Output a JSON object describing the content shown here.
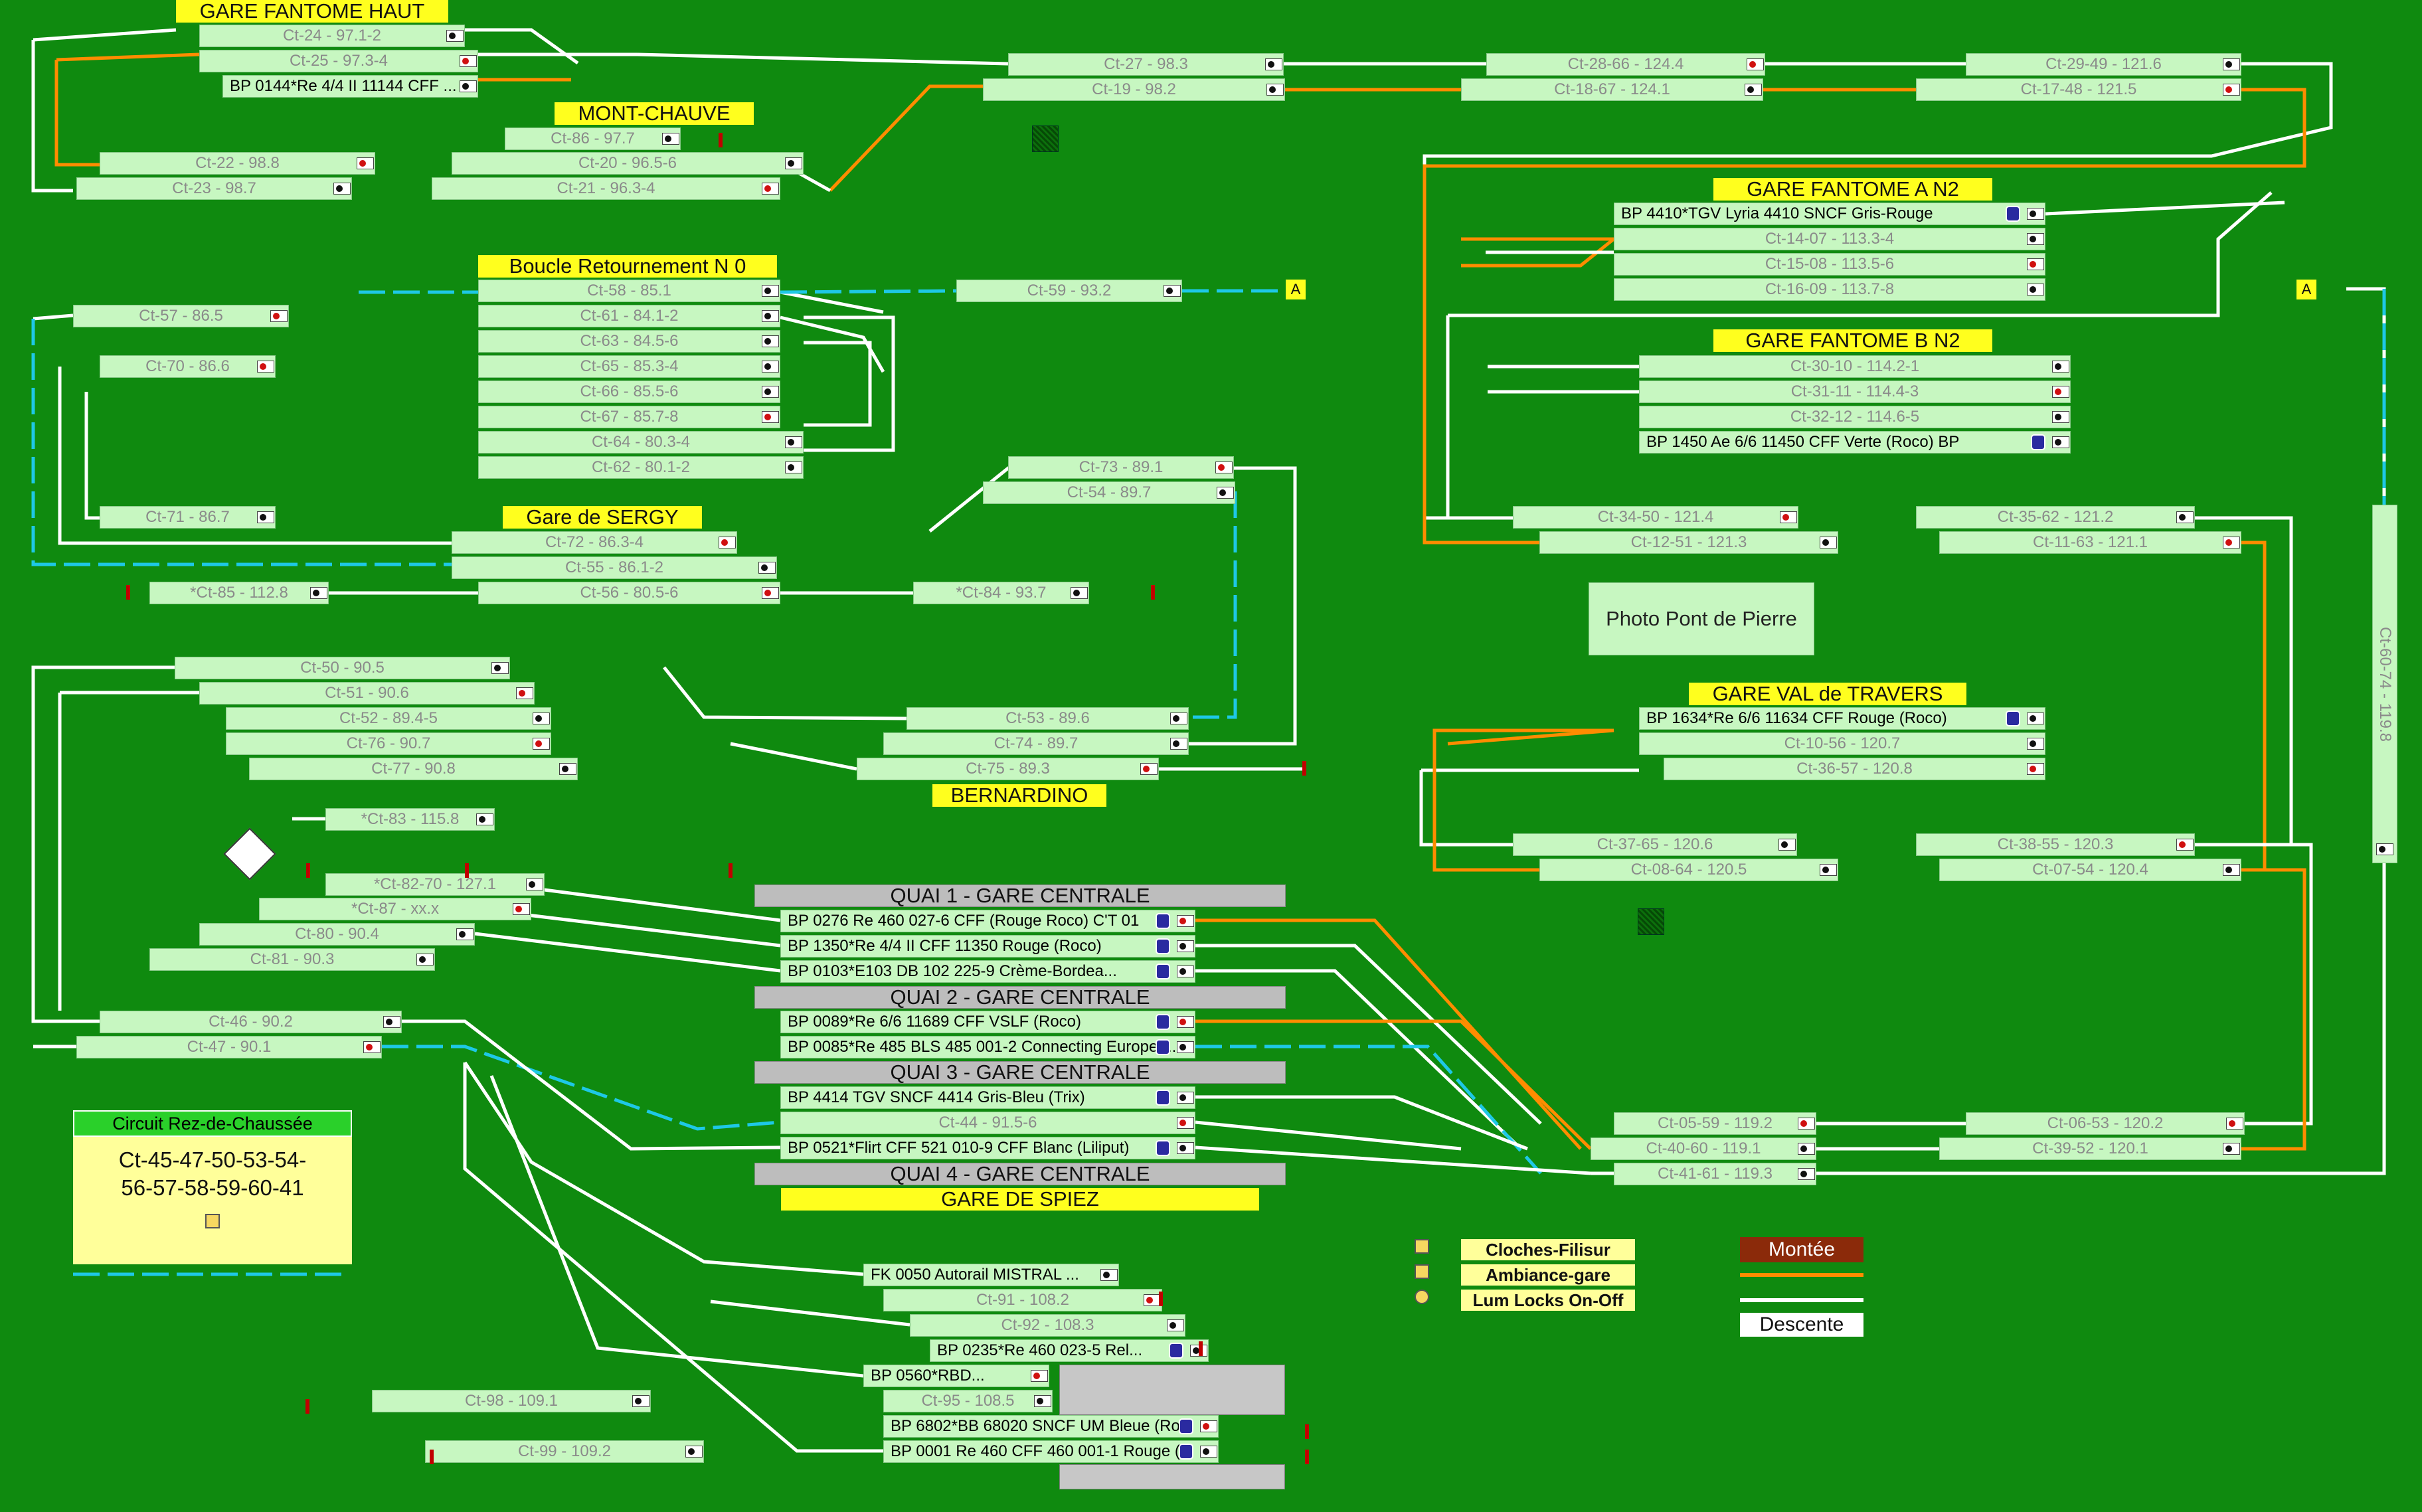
{
  "colors": {
    "background": "#0f8a0f",
    "track_up": "#ff8c00",
    "track_down": "#ffffff",
    "occupied": "#ffff00",
    "route": "#1ec8e6"
  },
  "labels": {
    "gare_fantome_haut": "GARE FANTOME HAUT",
    "mont_chauve": "MONT-CHAUVE",
    "boucle": "Boucle Retournement N 0",
    "sergy": "Gare de SERGY",
    "bernardino": "BERNARDINO",
    "gare_a_n2": "GARE FANTOME A N2",
    "gare_b_n2": "GARE FANTOME B N2",
    "val_travers": "GARE VAL de TRAVERS",
    "spiez": "GARE DE SPIEZ",
    "marker_a1": "A",
    "marker_a2": "A",
    "photo": "Photo Pont de Pierre"
  },
  "quais": [
    "QUAI 1 - GARE CENTRALE",
    "QUAI 2 - GARE CENTRALE",
    "QUAI 3 - GARE CENTRALE",
    "QUAI 4 - GARE CENTRALE"
  ],
  "blocks": [
    "Ct-24 - 97.1-2",
    "Ct-25 - 97.3-4",
    "BP 0144*Re 4/4 II 11144 CFF ...",
    "Ct-86 - 97.7",
    "Ct-22 - 98.8",
    "Ct-20 - 96.5-6",
    "Ct-23 - 98.7",
    "Ct-21 - 96.3-4",
    "Ct-27 - 98.3",
    "Ct-19 - 98.2",
    "Ct-28-66 - 124.4",
    "Ct-18-67 - 124.1",
    "Ct-29-49 - 121.6",
    "Ct-17-48 - 121.5",
    "Ct-58 - 85.1",
    "Ct-59 - 93.2",
    "Ct-57 - 86.5",
    "Ct-61 - 84.1-2",
    "Ct-63 - 84.5-6",
    "Ct-70 - 86.6",
    "Ct-65 - 85.3-4",
    "Ct-66 - 85.5-6",
    "Ct-67 - 85.7-8",
    "Ct-64 - 80.3-4",
    "Ct-62 - 80.1-2",
    "Ct-73 - 89.1",
    "Ct-54 - 89.7",
    "Ct-71 - 86.7",
    "Ct-72 - 86.3-4",
    "Ct-55 - 86.1-2",
    "*Ct-85 - 112.8",
    "Ct-56 - 80.5-6",
    "*Ct-84 - 93.7",
    "Ct-50 - 90.5",
    "Ct-51 - 90.6",
    "Ct-52 - 89.4-5",
    "Ct-53 - 89.6",
    "Ct-76 - 90.7",
    "Ct-74 - 89.7",
    "Ct-77 - 90.8",
    "Ct-75 - 89.3",
    "*Ct-83 - 115.8",
    "*Ct-82-70 - 127.1",
    "*Ct-87 - xx.x",
    "Ct-80 - 90.4",
    "Ct-81 - 90.3",
    "BP 0276 Re 460 027-6 CFF (Rouge Roco) C'T 01",
    "BP 1350*Re 4/4 II CFF 11350 Rouge (Roco)",
    "BP 0103*E103 DB 102 225-9 Crème-Bordea...",
    "BP 0089*Re 6/6 11689  CFF VSLF (Roco)",
    "BP 0085*Re 485 BLS 485 001-2 Connecting Europe (...",
    "BP 4414 TGV SNCF 4414 Gris-Bleu (Trix)",
    "Ct-44 - 91.5-6",
    "BP 0521*Flirt CFF 521 010-9 CFF Blanc (Liliput)",
    "Ct-46 - 90.2",
    "Ct-47 - 90.1",
    "BP 4410*TGV Lyria 4410 SNCF Gris-Rouge",
    "Ct-14-07 - 113.3-4",
    "Ct-15-08 - 113.5-6",
    "Ct-16-09 - 113.7-8",
    "Ct-30-10 - 114.2-1",
    "Ct-31-11 - 114.4-3",
    "Ct-32-12 - 114.6-5",
    "BP 1450 Ae 6/6 11450 CFF Verte (Roco) BP",
    "Ct-34-50 - 121.4",
    "Ct-12-51 - 121.3",
    "Ct-35-62 - 121.2",
    "Ct-11-63 - 121.1",
    "BP 1634*Re 6/6  11634 CFF Rouge (Roco)",
    "Ct-10-56 - 120.7",
    "Ct-36-57 - 120.8",
    "Ct-37-65 - 120.6",
    "Ct-08-64 - 120.5",
    "Ct-38-55 - 120.3",
    "Ct-07-54 - 120.4",
    "Ct-60-74 - 119.8",
    "Ct-05-59 - 119.2",
    "Ct-40-60 - 119.1",
    "Ct-41-61 - 119.3",
    "Ct-06-53 - 120.2",
    "Ct-39-52 - 120.1",
    "FK 0050 Autorail MISTRAL ...",
    "Ct-91 - 108.2",
    "Ct-92 - 108.3",
    "BP 0235*Re 460 023-5 Rel...",
    "BP 0560*RBD...",
    "Ct-98 - 109.1",
    "Ct-95 - 108.5",
    "BP 6802*BB 68020 SNCF UM Bleue (Ro...",
    "Ct-99 - 109.2",
    "BP 0001 Re 460 CFF 460 001-1 Rouge (..."
  ],
  "circuit": {
    "title": "Circuit Rez-de-Chaussée",
    "line1": "Ct-45-47-50-53-54-",
    "line2": "56-57-58-59-60-41"
  },
  "legend": {
    "cloches": "Cloches-Filisur",
    "ambiance": "Ambiance-gare",
    "locks": "Lum Locks On-Off",
    "montee": "Montée",
    "descente": "Descente"
  }
}
